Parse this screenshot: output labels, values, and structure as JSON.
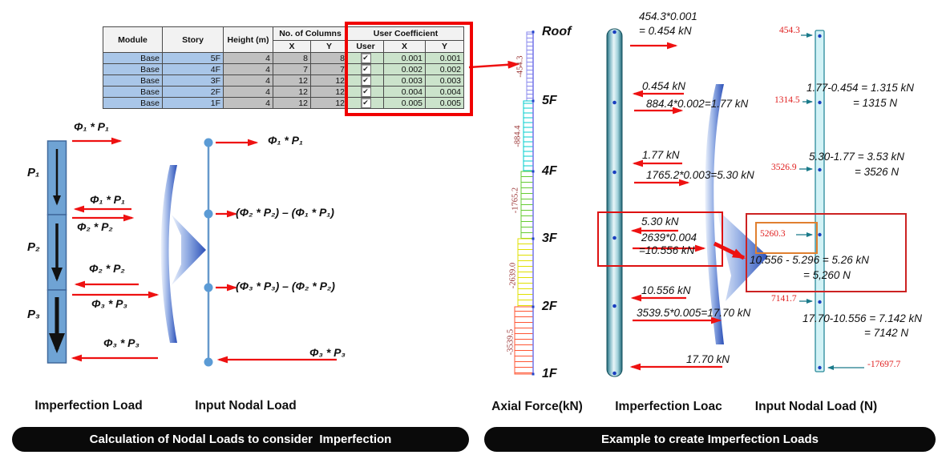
{
  "table": {
    "headers": {
      "module": "Module",
      "story": "Story",
      "height": "Height (m)",
      "no_of_columns": "No. of Columns",
      "user_coefficient": "User Coefficient",
      "x": "X",
      "y": "Y",
      "user": "User"
    },
    "rows": [
      {
        "module": "Base",
        "story": "5F",
        "height": "4",
        "cols_x": "8",
        "cols_y": "8",
        "user_check": "✔",
        "coef_x": "0.001",
        "coef_y": "0.001"
      },
      {
        "module": "Base",
        "story": "4F",
        "height": "4",
        "cols_x": "7",
        "cols_y": "7",
        "user_check": "✔",
        "coef_x": "0.002",
        "coef_y": "0.002"
      },
      {
        "module": "Base",
        "story": "3F",
        "height": "4",
        "cols_x": "12",
        "cols_y": "12",
        "user_check": "✔",
        "coef_x": "0.003",
        "coef_y": "0.003"
      },
      {
        "module": "Base",
        "story": "2F",
        "height": "4",
        "cols_x": "12",
        "cols_y": "12",
        "user_check": "✔",
        "coef_x": "0.004",
        "coef_y": "0.004"
      },
      {
        "module": "Base",
        "story": "1F",
        "height": "4",
        "cols_x": "12",
        "cols_y": "12",
        "user_check": "✔",
        "coef_x": "0.005",
        "coef_y": "0.005"
      }
    ]
  },
  "left_diagram": {
    "p_labels": [
      "P₁",
      "P₂",
      "P₃"
    ],
    "top_label": "Φ₁ * P₁",
    "j1_upper": "Φ₁ * P₁",
    "j1_lower": "Φ₂ * P₂",
    "j2_upper": "Φ₂ * P₂",
    "j2_lower": "Φ₃ * P₃",
    "bottom_label": "Φ₃ * P₃",
    "caption": "Imperfection Load"
  },
  "nodal_diagram": {
    "labels": [
      "Φ₁ * P₁",
      "(Φ₂ * P₂) – (Φ₁ * P₁)",
      "(Φ₃ * P₃) – (Φ₂ * P₂)",
      "Φ₃ * P₃"
    ],
    "caption": "Input Nodal Load"
  },
  "axial_diagram": {
    "floors": [
      "Roof",
      "5F",
      "4F",
      "3F",
      "2F",
      "1F"
    ],
    "values": [
      "-454.3",
      "-884.4",
      "-1765.2",
      "-2639.0",
      "-3539.5"
    ],
    "caption": "Axial Force(kN)"
  },
  "imperfection_loads": {
    "roof_calc_1": "454.3*0.001",
    "roof_calc_2": "= 0.454 kN",
    "f5_above": "0.454 kN",
    "f5_calc": "884.4*0.002=1.77 kN",
    "f4_above": "1.77 kN",
    "f4_calc": "1765.2*0.003=5.30 kN",
    "f3_above": "5.30 kN",
    "f3_calc_1": "2639*0.004",
    "f3_calc_2": "=10.556 kN",
    "f2_above": "10.556 kN",
    "f2_calc": "3539.5*0.005=17.70 kN",
    "f1_above": "17.70 kN",
    "caption": "Imperfection Loac"
  },
  "nodal_values": {
    "roof": "454.3",
    "f5": "1314.5",
    "f4": "3526.9",
    "f3": "5260.3",
    "f2": "7141.7",
    "base": "-17697.7",
    "f5_eq1": "1.77-0.454 = 1.315 kN",
    "f5_eq2": "= 1315 N",
    "f4_eq1": "5.30-1.77 = 3.53 kN",
    "f4_eq2": "= 3526 N",
    "f3_eq1": "10.556 - 5.296 = 5.26 kN",
    "f3_eq2": "= 5,260 N",
    "f2_eq1": "17.70-10.556 = 7.142 kN",
    "f2_eq2": "= 7142 N",
    "caption": "Input Nodal Load (N)"
  },
  "banners": {
    "left": "Calculation of Nodal Loads to consider  Imperfection",
    "right": "Example to create Imperfection Loads"
  },
  "colors": {
    "accent_red": "#ee1111",
    "dark_red_values": "#993333",
    "node_value_red": "#e02020",
    "table_blue": "#a9c6e8",
    "table_gray": "#c0c0c0",
    "table_green": "#cbe3cb",
    "column_blue": "#6fa3d4",
    "node_blue": "#5b9bd5",
    "banner_bg": "#0a0a0a",
    "axial_segment_colors": [
      "#8888ee",
      "#00cccc",
      "#66cc33",
      "#e0e000",
      "#ff5533"
    ]
  }
}
